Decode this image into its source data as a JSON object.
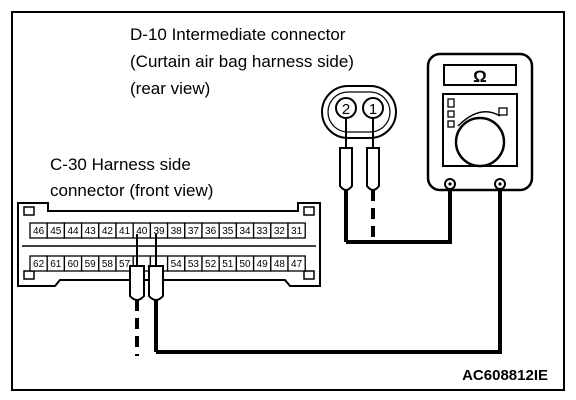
{
  "d10_connector": {
    "line1": "D-10 Intermediate connector",
    "line2": "(Curtain air bag harness side)",
    "line3": "(rear view)",
    "pins": [
      "2",
      "1"
    ]
  },
  "c30_connector": {
    "line1": "C-30 Harness side",
    "line2": "connector (front view)",
    "top_row": [
      "46",
      "45",
      "44",
      "43",
      "42",
      "41",
      "40",
      "39",
      "38",
      "37",
      "36",
      "35",
      "34",
      "33",
      "32",
      "31"
    ],
    "bottom_row": [
      "62",
      "61",
      "60",
      "59",
      "58",
      "57",
      "",
      "",
      "54",
      "53",
      "52",
      "51",
      "50",
      "49",
      "48",
      "47"
    ]
  },
  "meter": {
    "symbol": "Ω"
  },
  "figure_code": "AC608812IE"
}
